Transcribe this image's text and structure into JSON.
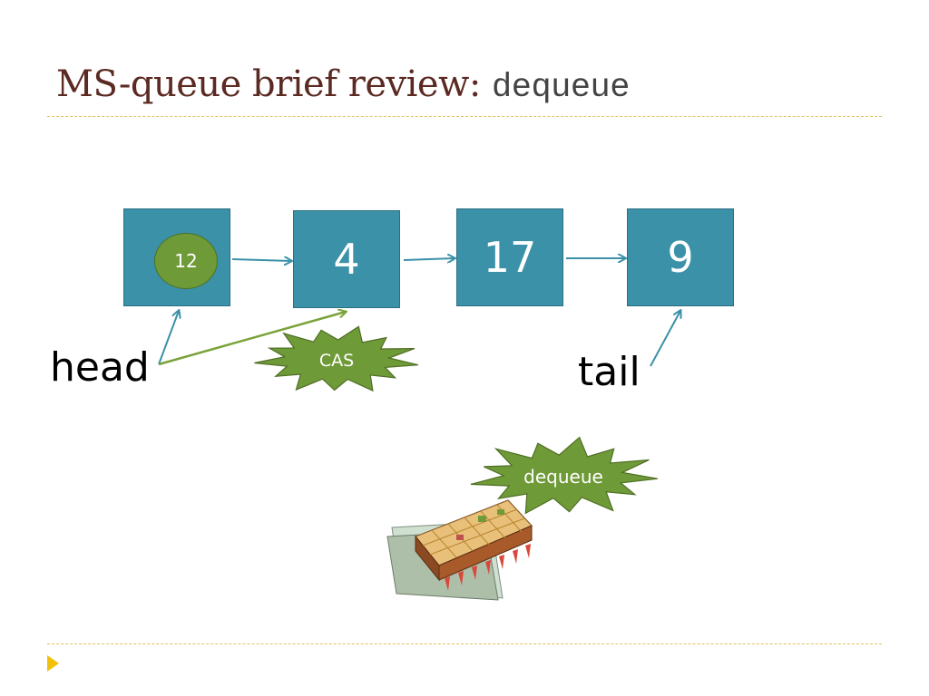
{
  "title": {
    "text": "MS-queue brief review: ",
    "code": "dequeue"
  },
  "nodes": [
    {
      "value": ""
    },
    {
      "value": "4"
    },
    {
      "value": "17"
    },
    {
      "value": "9"
    }
  ],
  "moving_node": {
    "value": "12"
  },
  "pointers": {
    "head": "head",
    "tail": "tail"
  },
  "bursts": {
    "cas": "CAS",
    "dequeue": "dequeue"
  },
  "icon": "cpu-chip-icon",
  "colors": {
    "node_fill": "#3a91a8",
    "node_border": "#2c6f82",
    "burst_fill": "#6f9a38",
    "arrow_teal": "#3a91a8",
    "arrow_green": "#7aa23a",
    "title": "#5b2a22",
    "rule": "#e2c25a",
    "bullet": "#f2c10b"
  }
}
